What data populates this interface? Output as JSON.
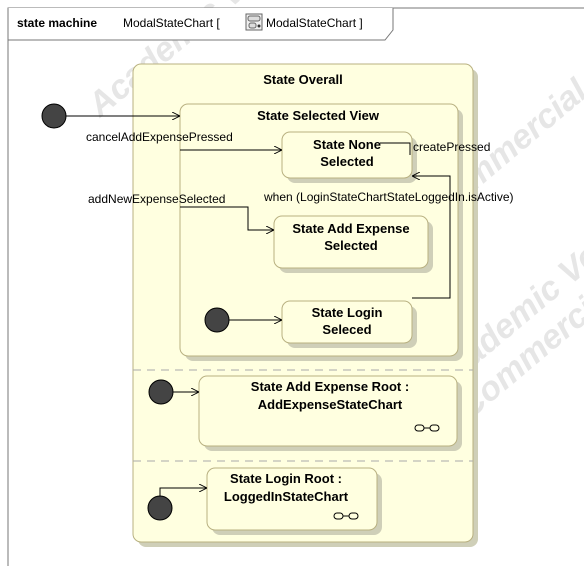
{
  "frame": {
    "keyword": "state machine",
    "name": "ModalStateChart [",
    "ref": "ModalStateChart ]",
    "icon": "state-machine-icon"
  },
  "watermark": {
    "lines": [
      "Academic Version for Teaching",
      "Commercial Development is",
      "Academic Version for",
      "Commercial Development"
    ]
  },
  "states": {
    "overall": "State Overall",
    "selected_view": "State Selected View",
    "none_selected_line1": "State None",
    "none_selected_line2": "Selected",
    "add_expense_line1": "State Add Expense",
    "add_expense_line2": "Selected",
    "login_line1": "State Login",
    "login_line2": "Seleced",
    "add_expense_root_line1": "State Add Expense Root :",
    "add_expense_root_line2": "AddExpenseStateChart",
    "login_root_line1": "State Login Root :",
    "login_root_line2": "LoggedInStateChart"
  },
  "transitions": {
    "cancel": "cancelAddExpensePressed",
    "add_new": "addNewExpenseSelected",
    "when": "when (LoginStateChartStateLoggedIn.isActive)",
    "create": "createPressed"
  },
  "colors": {
    "state_fill": "#ffffe0",
    "state_border": "#b8b080",
    "initial_node": "#444444"
  }
}
